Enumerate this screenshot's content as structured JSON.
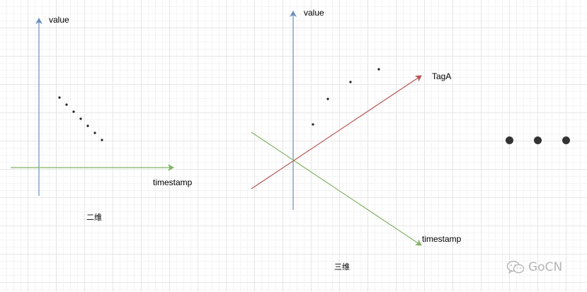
{
  "colors": {
    "axis_blue": "#6c8ebf",
    "axis_green": "#82b366",
    "axis_red": "#b85450",
    "point": "#222222",
    "watermark": "#b5b5b5"
  },
  "diagram_2d": {
    "y_axis_label": "value",
    "x_axis_label": "timestamp",
    "caption": "二维"
  },
  "diagram_3d": {
    "y_axis_label": "value",
    "tag_axis_label": "TagA",
    "x_axis_label": "timestamp",
    "caption": "三维"
  },
  "ellipsis": {
    "dot_count": 3
  },
  "watermark": {
    "icon": "wechat-icon",
    "text": "GoCN"
  }
}
